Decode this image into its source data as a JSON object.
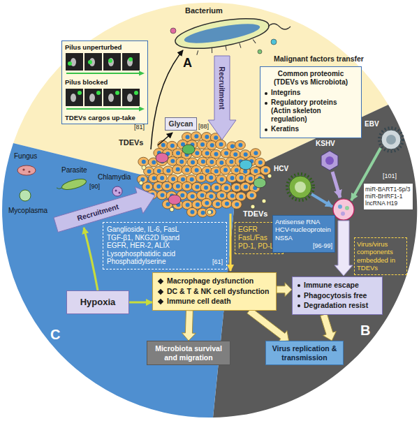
{
  "diagram": {
    "nodes": [
      {
        "text": [
          "Pilus unperturbed",
          "Pilus blocked",
          "TDEVs cargos up-take"
        ]
      },
      {
        "text": [
          "Glycan"
        ]
      },
      {
        "text": [
          "Common proteomic (TDEVs vs Microbiota)",
          "Integrins",
          "Regulatory proteins (Actin skeleton regulation)",
          "Keratins"
        ]
      },
      {
        "text": [
          "Ganglioside, IL-6, FasL TGF-β1, NKG2D ligand EGFR, HER-2, ALIX Lysophosphatidic acid Phosphatidylserine",
          "[61]"
        ]
      },
      {
        "text": [
          "EGFR FasL/Fas PD-1, PD-L1"
        ]
      },
      {
        "text": [
          "Antisense RNA HCV-nucleoprotein NS5A",
          "[96-99]"
        ]
      },
      {
        "text": [
          "miR-BART1-5p/3 miR-BHRF1-1 lncRNA H19"
        ]
      },
      {
        "text": [
          "Virus/virus components embedded in TDEVs"
        ]
      },
      {
        "text": [
          "Hypoxia"
        ]
      },
      {
        "text": [
          "Macrophage dysfunction",
          "DC & T & NK cell dysfunction",
          "Immune cell death"
        ]
      },
      {
        "text": [
          "Immune escape",
          "Phagocytosis free",
          "Degradation resist"
        ]
      },
      {
        "text": [
          "Microbiota survival and migration"
        ]
      },
      {
        "text": [
          "Virus replication & transmission"
        ]
      }
    ],
    "edges": [
      {
        "from": 8,
        "to": 9,
        "arrow": "to"
      },
      {
        "from": 9,
        "to": 10,
        "arrow": "to"
      },
      {
        "from": 9,
        "to": 11,
        "arrow": "to"
      },
      {
        "from": 9,
        "to": 12,
        "arrow": "to"
      },
      {
        "from": 10,
        "to": 12,
        "arrow": "to"
      }
    ],
    "labels": [
      "Bacterium",
      "A",
      "[81]",
      "[88]",
      "Malignant factors transfer",
      "Recruitment",
      "TDEVs",
      "Fungus",
      "Parasite",
      "[90]",
      "Mycoplasma",
      "Chlamydia",
      "Recruitment",
      "TDEVs",
      "HCV",
      "KSHV",
      "EBV",
      "[101]",
      "C",
      "B"
    ]
  }
}
